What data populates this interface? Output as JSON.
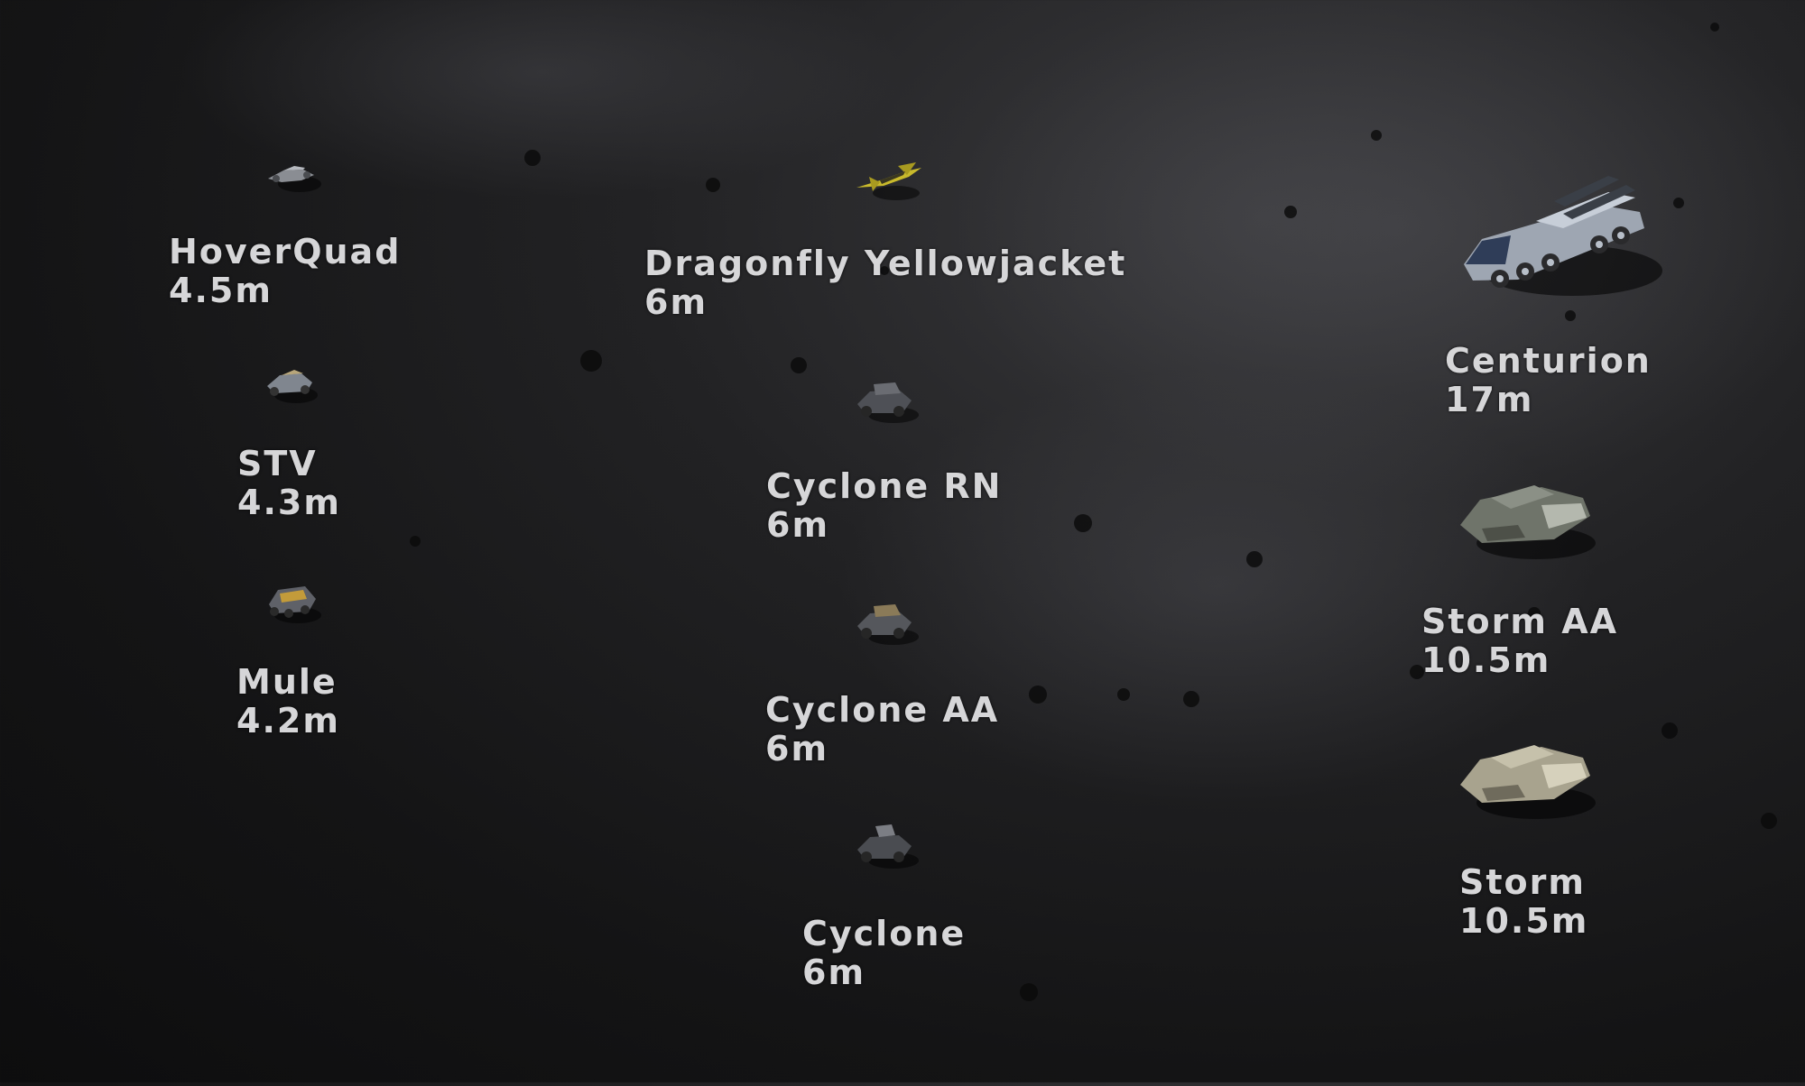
{
  "vehicles": [
    {
      "name": "HoverQuad",
      "size": "4.5m",
      "icon": "hoverquad-icon"
    },
    {
      "name": "STV",
      "size": "4.3m",
      "icon": "stv-icon"
    },
    {
      "name": "Mule",
      "size": "4.2m",
      "icon": "mule-icon"
    },
    {
      "name": "Dragonfly Yellowjacket",
      "size": "6m",
      "icon": "dragonfly-icon"
    },
    {
      "name": "Cyclone RN",
      "size": "6m",
      "icon": "cyclone-rn-icon"
    },
    {
      "name": "Cyclone AA",
      "size": "6m",
      "icon": "cyclone-aa-icon"
    },
    {
      "name": "Cyclone",
      "size": "6m",
      "icon": "cyclone-icon"
    },
    {
      "name": "Centurion",
      "size": "17m",
      "icon": "centurion-icon"
    },
    {
      "name": "Storm AA",
      "size": "10.5m",
      "icon": "storm-aa-icon"
    },
    {
      "name": "Storm",
      "size": "10.5m",
      "icon": "storm-icon"
    }
  ],
  "colors": {
    "text": "#d6d6d8",
    "background": "#141415",
    "dragonfly_accent": "#c8b92c"
  }
}
